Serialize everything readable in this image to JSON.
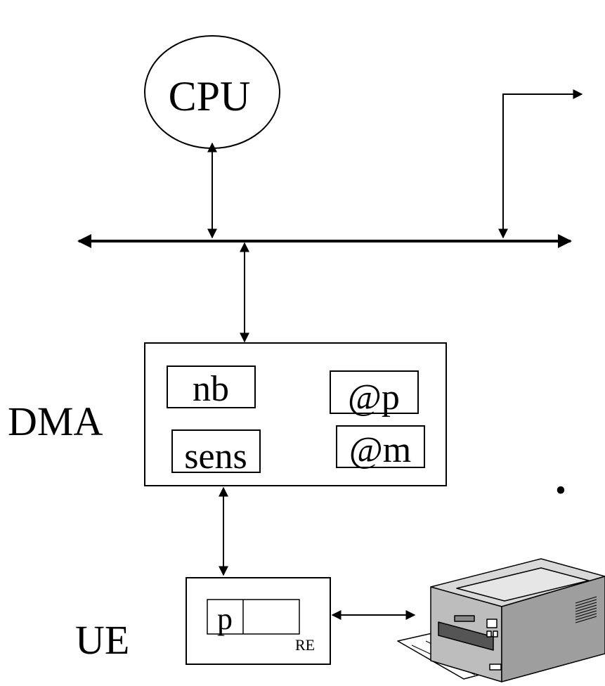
{
  "diagram": {
    "cpu_label": "CPU",
    "dma_label": "DMA",
    "ue_label": "UE",
    "dma_registers": {
      "nb": "nb",
      "sens": "sens",
      "at_p": "@p",
      "at_m": "@m"
    },
    "ue_register_p": "p",
    "ue_register_re": "RE",
    "bullet": "•"
  },
  "colors": {
    "stroke": "#000000",
    "background": "#ffffff",
    "printer_body": "#bdbdbd",
    "printer_top": "#d9d9d9",
    "printer_side": "#9e9e9e"
  },
  "icons": {
    "printer": "printer-icon"
  }
}
